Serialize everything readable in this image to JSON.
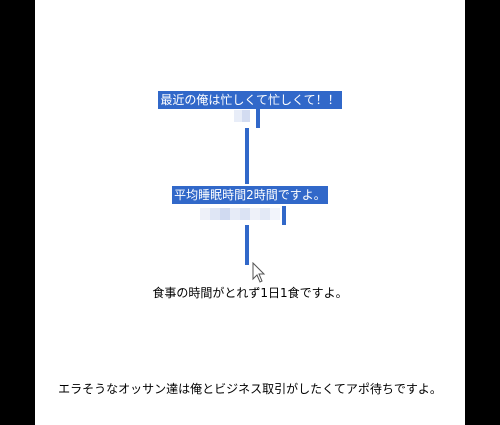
{
  "lines": {
    "line1": "最近の俺は忙しくて忙しくて！！",
    "line2": "平均睡眠時間2時間ですよ。",
    "line3": "食事の時間がとれず1日1食ですよ。",
    "line4": "エラそうなオッサン達は俺とビジネス取引がしたくてアポ待ちですよ。"
  },
  "colors": {
    "selection": "#3168c9",
    "page": "#ffffff",
    "border": "#000000"
  },
  "icons": {
    "cursor": "mouse-pointer-icon"
  }
}
